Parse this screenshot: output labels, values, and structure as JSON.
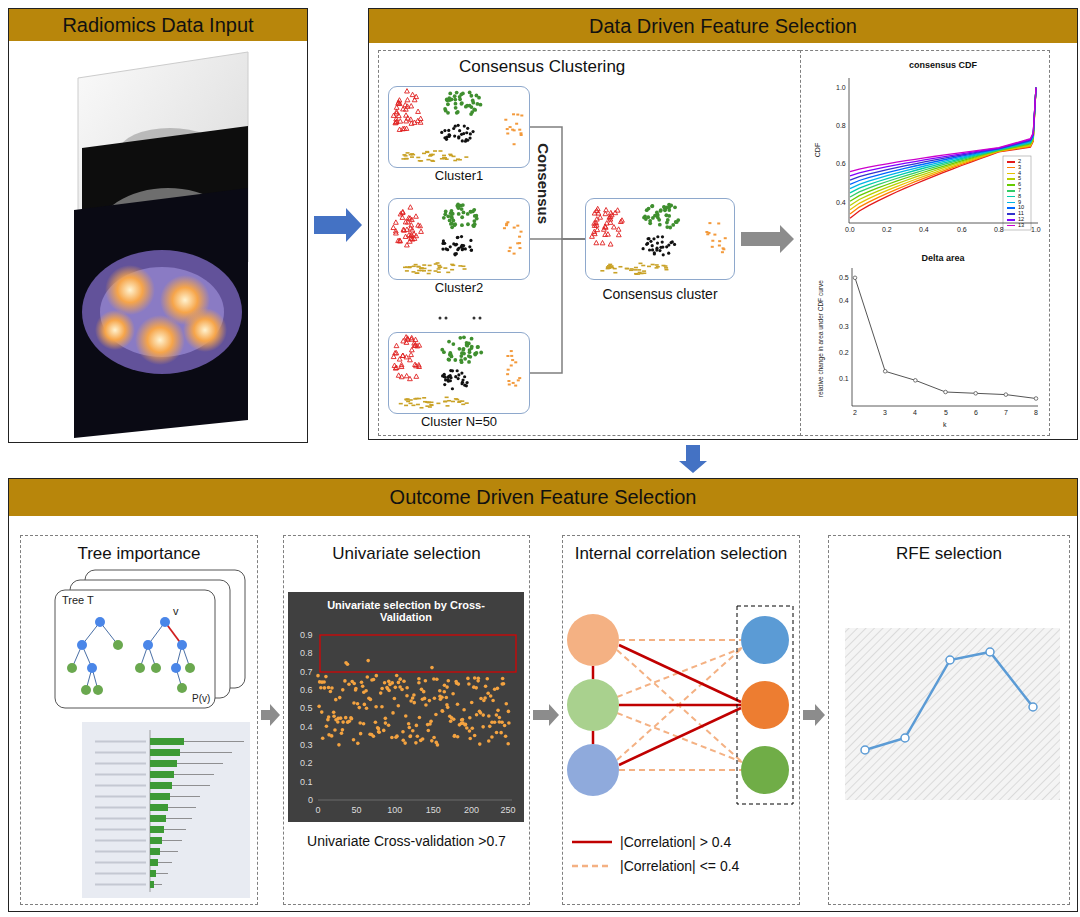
{
  "diagram": {
    "nodes": [
      {
        "text": [
          "Radiomics Data Input"
        ]
      },
      {
        "text": [
          "Data Driven Feature Selection"
        ]
      },
      {
        "text": [
          "Consensus Clustering"
        ],
        "in": 1
      },
      {
        "text": [
          "Cluster1"
        ],
        "in": 2
      },
      {
        "text": [
          "Cluster2"
        ],
        "in": 2
      },
      {
        "text": [
          "Cluster N=50"
        ],
        "in": 2
      },
      {
        "text": [
          "Consensus cluster"
        ],
        "in": 2
      },
      {
        "text": [
          "consensus CDF",
          "Delta area"
        ],
        "in": 1
      },
      {
        "text": [
          "Outcome Driven Feature Selection"
        ]
      },
      {
        "text": [
          "Tree importance"
        ],
        "in": 8
      },
      {
        "text": [
          "Univariate selection",
          "Univariate Cross-validation >0.7"
        ],
        "in": 8
      },
      {
        "text": [
          "Internal correlation selection"
        ],
        "in": 8
      },
      {
        "text": [
          "RFE selection"
        ],
        "in": 8
      }
    ],
    "edges": [
      {
        "from": 0,
        "to": 1,
        "arrow": "to"
      },
      {
        "from": 3,
        "to": 6,
        "arrow": "none"
      },
      {
        "from": 4,
        "to": 6,
        "arrow": "none"
      },
      {
        "from": 5,
        "to": 6,
        "arrow": "none"
      },
      {
        "from": 6,
        "to": 7,
        "arrow": "to"
      },
      {
        "from": 1,
        "to": 8,
        "arrow": "to"
      },
      {
        "from": 9,
        "to": 10,
        "arrow": "to"
      },
      {
        "from": 10,
        "to": 11,
        "arrow": "to"
      },
      {
        "from": 11,
        "to": 12,
        "arrow": "to"
      }
    ],
    "labels": [
      "Consensus",
      "CDF",
      "1.0",
      "0.8",
      "0.6",
      "0.4",
      "0.0",
      "0.2",
      "0.4",
      "0.6",
      "0.8",
      "1.0",
      "relative change in area under CDF curve",
      "0.5",
      "0.4",
      "0.3",
      "0.2",
      "0.1",
      "2",
      "3",
      "4",
      "5",
      "6",
      "7",
      "8",
      "k",
      "Univariate selection by Cross-Validation",
      "0.9",
      "0.8",
      "0.7",
      "0.6",
      "0.5",
      "0.4",
      "0.3",
      "0.2",
      "0.1",
      "0",
      "0",
      "50",
      "100",
      "150",
      "200",
      "250",
      "Tree T",
      "v",
      "P(v)"
    ],
    "legend": [
      {
        "text": "2",
        "color": "#e31a1c"
      },
      {
        "text": "3",
        "color": "#ff7f00"
      },
      {
        "text": "4",
        "color": "#e6c200"
      },
      {
        "text": "5",
        "color": "#b8d000"
      },
      {
        "text": "6",
        "color": "#66cc00"
      },
      {
        "text": "7",
        "color": "#33cc66"
      },
      {
        "text": "8",
        "color": "#00ccaa"
      },
      {
        "text": "9",
        "color": "#00b4e6"
      },
      {
        "text": "10",
        "color": "#0066ff"
      },
      {
        "text": "11",
        "color": "#3333cc"
      },
      {
        "text": "12",
        "color": "#8000ff"
      },
      {
        "text": "13",
        "color": "#cc00cc"
      },
      {
        "text": "|Correlation| > 0.4"
      },
      {
        "text": "|Correlation| <= 0.4"
      }
    ]
  }
}
